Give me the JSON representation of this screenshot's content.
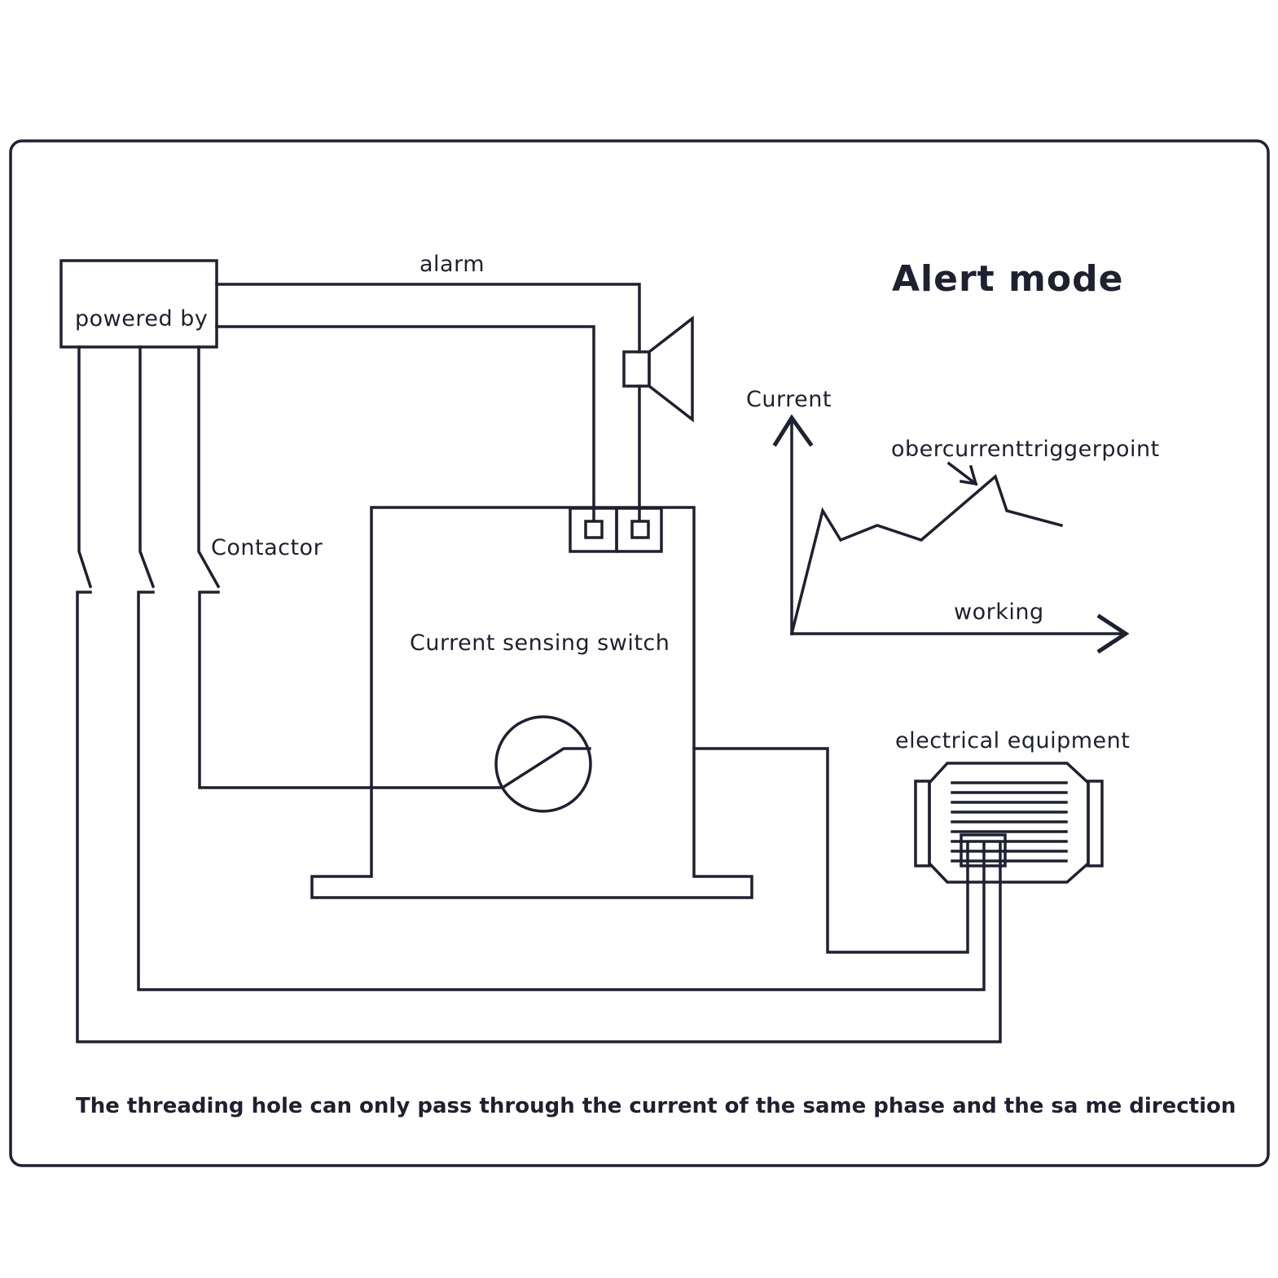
{
  "title": "Alert mode",
  "labels": {
    "alarm": "alarm",
    "powered_by": "powered by",
    "contactor": "Contactor",
    "current_sensing_switch": "Current sensing switch",
    "electrical_equipment": "electrical equipment"
  },
  "graph": {
    "y_axis_label": "Current",
    "x_axis_label": "working",
    "trigger_label": "obercurrenttriggerpoint"
  },
  "footnote": "The threading hole can only pass through the current of the same phase and the sa me direction",
  "colors": {
    "line": "#1f2030",
    "background": "#ffffff"
  }
}
